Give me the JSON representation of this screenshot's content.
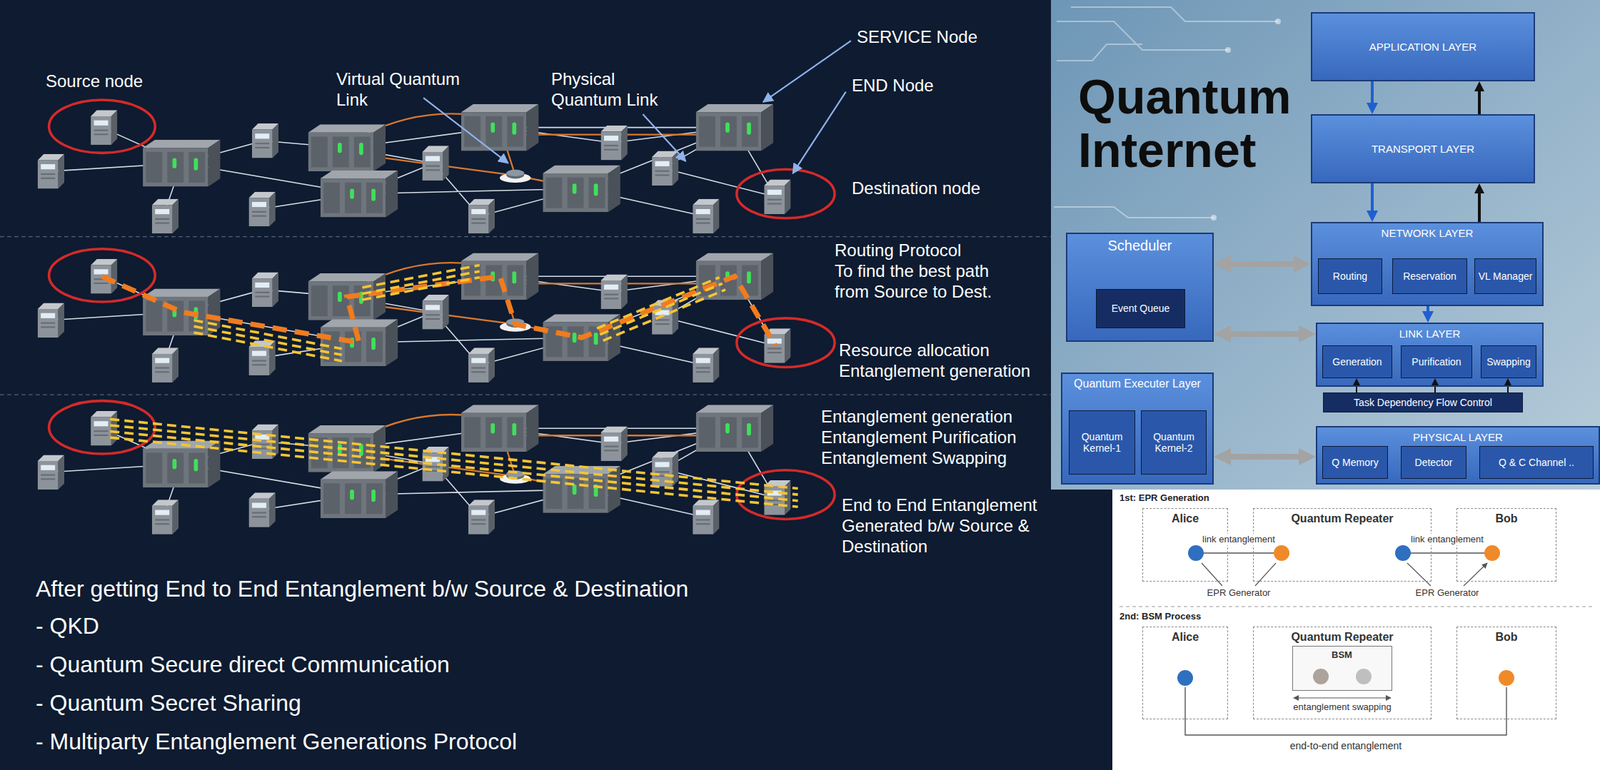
{
  "diagram": {
    "nodes": [
      {
        "text": [
          "APPLICATION LAYER"
        ]
      },
      {
        "text": [
          "TRANSPORT LAYER"
        ]
      },
      {
        "text": [
          "NETWORK LAYER"
        ]
      },
      {
        "text": [
          "Routing"
        ],
        "in": 2
      },
      {
        "text": [
          "Reservation"
        ],
        "in": 2
      },
      {
        "text": [
          "VL Manager"
        ],
        "in": 2
      },
      {
        "text": [
          "Scheduler"
        ]
      },
      {
        "text": [
          "Event Queue"
        ],
        "in": 6
      },
      {
        "text": [
          "LINK LAYER"
        ]
      },
      {
        "text": [
          "Generation"
        ],
        "in": 8
      },
      {
        "text": [
          "Purification"
        ],
        "in": 8
      },
      {
        "text": [
          "Swapping"
        ],
        "in": 8
      },
      {
        "text": [
          "Task Dependency Flow Control"
        ]
      },
      {
        "text": [
          "Quantum Executer Layer"
        ]
      },
      {
        "text": [
          "Quantum Kernel-1"
        ],
        "in": 13
      },
      {
        "text": [
          "Quantum Kernel-2"
        ],
        "in": 13
      },
      {
        "text": [
          "PHYSICAL LAYER"
        ]
      },
      {
        "text": [
          "Q Memory"
        ],
        "in": 16
      },
      {
        "text": [
          "Detector"
        ],
        "in": 16
      },
      {
        "text": [
          "Q & C Channel .."
        ],
        "in": 16
      },
      {
        "text": [
          "Alice"
        ]
      },
      {
        "text": [
          "Quantum Repeater"
        ]
      },
      {
        "text": [
          "Bob"
        ]
      },
      {
        "text": [
          "Alice"
        ]
      },
      {
        "text": [
          "Quantum Repeater"
        ]
      },
      {
        "text": [
          "BSM"
        ],
        "in": 24
      },
      {
        "text": [
          "Bob"
        ]
      }
    ],
    "edges": [
      {
        "from": 0,
        "to": 1,
        "arrow": "to"
      },
      {
        "from": 1,
        "to": 0,
        "arrow": "to"
      },
      {
        "from": 1,
        "to": 2,
        "arrow": "to"
      },
      {
        "from": 2,
        "to": 1,
        "arrow": "to"
      },
      {
        "from": 2,
        "to": 8,
        "arrow": "to"
      },
      {
        "from": 6,
        "to": 2,
        "arrow": "both"
      },
      {
        "from": 6,
        "to": 8,
        "arrow": "both"
      },
      {
        "from": 13,
        "to": 16,
        "arrow": "both"
      },
      {
        "from": 12,
        "to": 9,
        "arrow": "to"
      },
      {
        "from": 12,
        "to": 10,
        "arrow": "to"
      },
      {
        "from": 12,
        "to": 11,
        "arrow": "to"
      }
    ],
    "labels": [
      "Source node",
      "Virtual Quantum Link",
      "Physical Quantum Link",
      "SERVICE Node",
      "END Node",
      "Destination node",
      "Routing Protocol To find the best path from Source to Dest.",
      "Resource allocation Entanglement generation",
      "Entanglement generation Entanglement Purification Entanglement Swapping",
      "End to End Entanglement Generated b/w Source & Destination",
      "After getting End to End Entanglement b/w Source & Destination",
      "- QKD",
      "- Quantum Secure direct Communication",
      "- Quantum Secret Sharing",
      "- Multiparty Entanglement Generations Protocol",
      "Quantum Internet",
      "1st: EPR Generation",
      "link entanglement",
      "link entanglement",
      "EPR Generator",
      "EPR Generator",
      "2nd: BSM Process",
      "entanglement swapping",
      "end-to-end entanglement"
    ]
  }
}
